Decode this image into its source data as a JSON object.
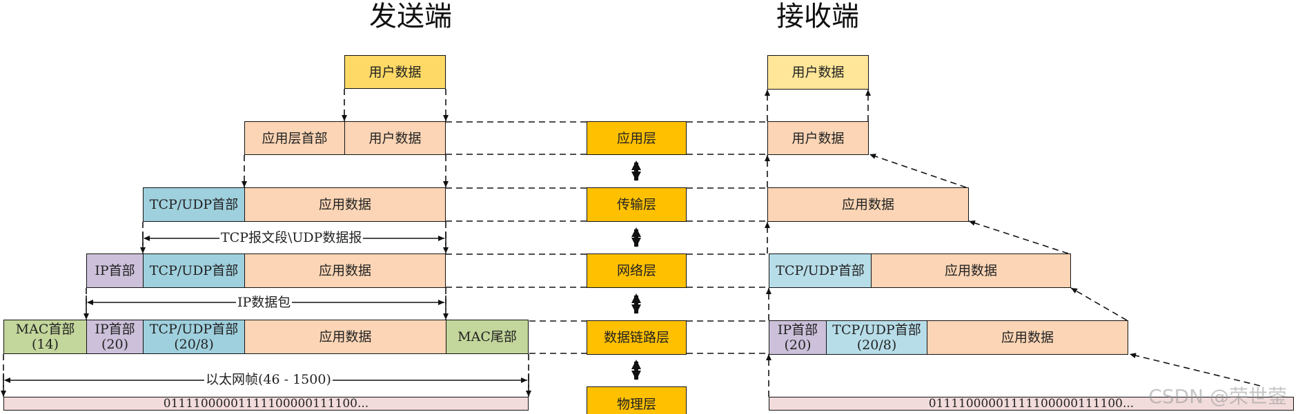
{
  "titles": {
    "sender": "发送端",
    "receiver": "接收端"
  },
  "sender": {
    "user_data": "用户数据",
    "app_header": "应用层首部",
    "app_user_data": "用户数据",
    "tcp_header": "TCP/UDP首部",
    "app_data": "应用数据",
    "segment_label": "TCP报文段\\UDP数据报",
    "ip_header": "IP首部",
    "ip_tcp_header": "TCP/UDP首部",
    "ip_app_data": "应用数据",
    "packet_label": "IP数据包",
    "mac_header": "MAC首部\n(14)",
    "frame_ip_header": "IP首部\n(20)",
    "frame_tcp_header": "TCP/UDP首部\n(20/8)",
    "frame_app_data": "应用数据",
    "mac_trailer": "MAC尾部",
    "frame_label": "以太网帧(46 - 1500)",
    "bits": "01111000001111100000111100..."
  },
  "layers": {
    "application": "应用层",
    "transport": "传输层",
    "network": "网络层",
    "datalink": "数据链路层",
    "physical": "物理层"
  },
  "receiver": {
    "user_data": "用户数据",
    "app_user_data": "用户数据",
    "app_data": "应用数据",
    "net_tcp_header": "TCP/UDP首部",
    "net_app_data": "应用数据",
    "link_ip_header": "IP首部\n(20)",
    "link_tcp_header": "TCP/UDP首部\n(20/8)",
    "link_app_data": "应用数据",
    "bits": "01111000001111100000111100..."
  },
  "watermark": "CSDN @荣世蓥",
  "colors": {
    "user_data": "#ffd966",
    "application_data": "#fbd5b5",
    "tcp_header": "#9fd0de",
    "ip_header": "#ccc0da",
    "mac": "#c3d69b",
    "layer": "#ffc000",
    "bits": "#f2dcdb"
  }
}
